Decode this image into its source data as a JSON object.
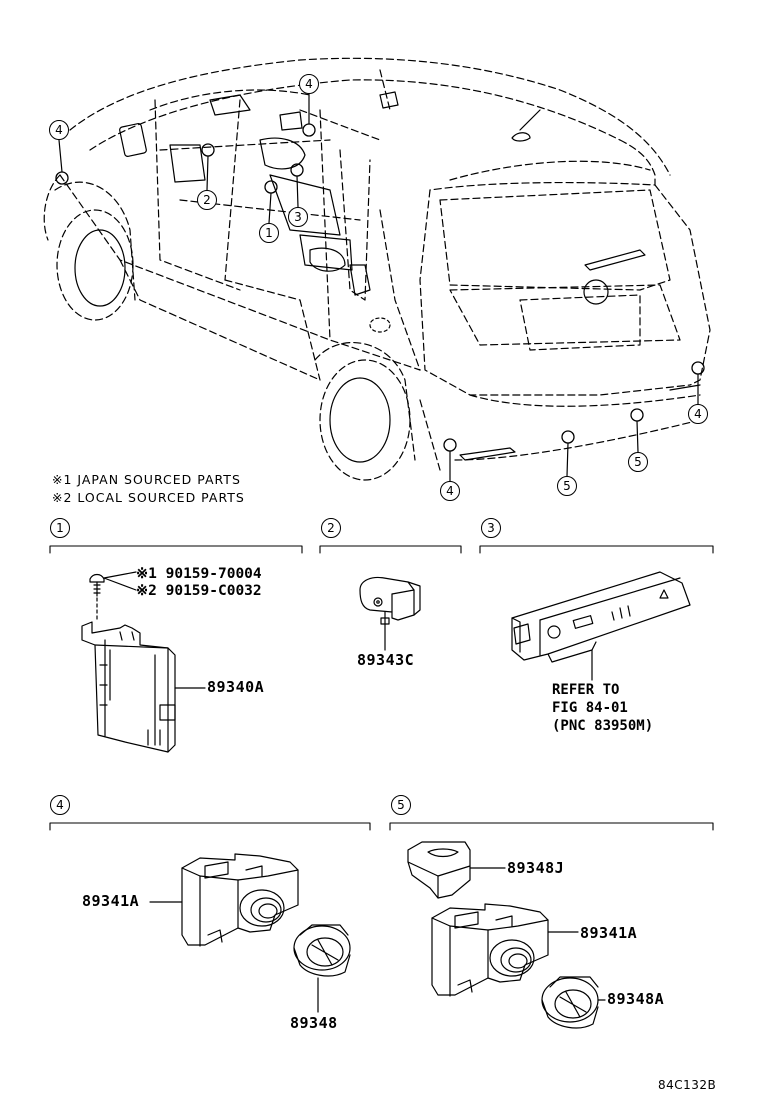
{
  "callouts": {
    "c1": "1",
    "c2": "2",
    "c3": "3",
    "c4": "4",
    "c5": "5"
  },
  "notes": {
    "japan": "※1 JAPAN SOURCED PARTS",
    "local": "※2 LOCAL SOURCED PARTS"
  },
  "sections": {
    "s1": {
      "number": "1",
      "part_main": "89340A",
      "bolt_japan": "※1 90159-70004",
      "bolt_local": "※2 90159-C0032"
    },
    "s2": {
      "number": "2",
      "part": "89343C"
    },
    "s3": {
      "number": "3",
      "ref_line1": "REFER TO",
      "ref_line2": "FIG 84-01",
      "ref_line3": "(PNC 83950M)"
    },
    "s4": {
      "number": "4",
      "part_sensor": "89341A",
      "part_retainer": "89348"
    },
    "s5": {
      "number": "5",
      "part_bracket": "89348J",
      "part_sensor": "89341A",
      "part_retainer": "89348A"
    }
  },
  "figure_ref": "84C132B"
}
